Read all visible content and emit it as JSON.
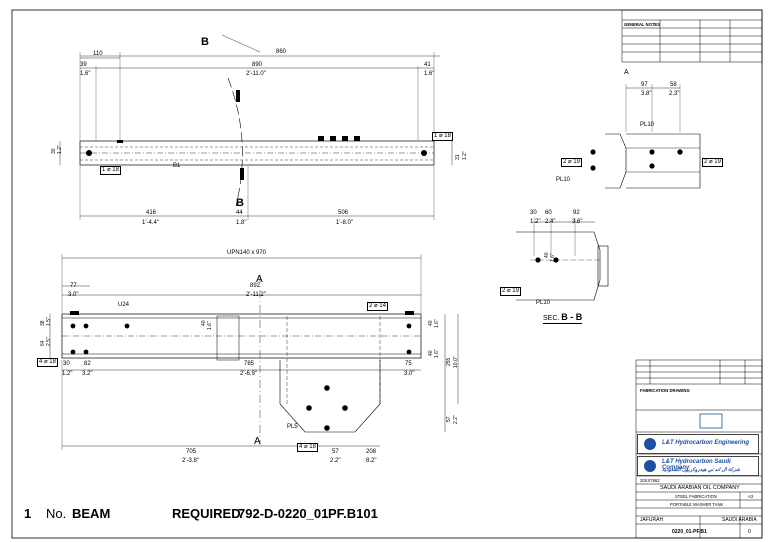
{
  "top_view": {
    "dims_top": [
      "110",
      "39",
      "1.6\"",
      "860",
      "890",
      "2'-11.0\"",
      "41",
      "1.6\""
    ],
    "dims_bottom": [
      "416",
      "1'-4.4\"",
      "44",
      "1.8\"",
      "506",
      "1'-8.0\""
    ],
    "left_dims": [
      "30",
      "1.2\""
    ],
    "right_dims": [
      "31",
      "1.2\""
    ],
    "hole_tags": [
      "1 ⌀ 18",
      "1 ⌀ 18"
    ],
    "section_mark": "B",
    "part_mark": "B1"
  },
  "front_view": {
    "profile": "UPN140 x 970",
    "section_mark": "A",
    "dims_top": [
      "77",
      "3.0\"",
      "892",
      "2'-11.2\""
    ],
    "member": "U24",
    "hole_tag_top": "2 ⌀ 14",
    "hole_tag_left": "4 ⌀ 18",
    "dims_left": [
      "38",
      "1.5\"",
      "64",
      "2.5\""
    ],
    "dims_right": [
      "40",
      "1.6\"",
      "40",
      "1.6\"",
      "255",
      "10.0\""
    ],
    "dims_row": [
      "30",
      "82",
      "785",
      "75",
      "1.2\"",
      "3.2\"",
      "2'-6.9\"",
      "3.0\""
    ],
    "gusset_dim": [
      "40",
      "1.6\""
    ],
    "plate": "PL5",
    "plate_holes": "4 ⌀ 18",
    "plate_dims": [
      "57",
      "2.2\"",
      "208",
      "8.2\""
    ],
    "plate_height": [
      "57",
      "2.2\""
    ],
    "dims_bottom": [
      "705",
      "2'-3.8\""
    ]
  },
  "section_a": {
    "mark": "A",
    "dims": [
      "97",
      "3.8\"",
      "58",
      "2.3\""
    ],
    "plates": [
      "PL10",
      "PL10"
    ],
    "hole_tags": [
      "2 ⌀ 19",
      "2 ⌀ 19"
    ]
  },
  "section_b": {
    "dims": [
      "30",
      "1.2\"",
      "60",
      "2.4\"",
      "92",
      "3.6\"",
      "40",
      "1.6\""
    ],
    "hole_tag": "2 ⌀ 19",
    "plate": "PL10",
    "title_prefix": "SEC.",
    "title_mark": "B - B"
  },
  "title_block": {
    "sheet_code": "20XX7662",
    "company": "SAUDI ARABIAN OIL COMPANY",
    "title1": "STEEL FABRICATION",
    "size": "A3",
    "title2": "PORTABLE WASHER TANK",
    "plant": "JAFURAH",
    "country": "SAUDI ARABIA",
    "drawing_no": "0220_01-PF.B1",
    "rev": "0",
    "logo1": "L&T Hydrocarbon Engineering",
    "logo2": "L&T Hydrocarbon Saudi Company",
    "logo2_arabic": "شركة ال اند تي هيدروكربون السعودية",
    "notes_header": "GENERAL NOTES",
    "fabrication_header": "FABRICATION DRAWING"
  },
  "footer": {
    "quantity": "1",
    "unit": "No.",
    "item": "BEAM",
    "required": "REQUIRED",
    "drawing_ref": "792-D-0220_01",
    "part_ref": "PF.B101"
  },
  "colors": {
    "line": "#000000",
    "hidden": "#444444",
    "logo_blue": "#1e4fa0",
    "paper": "#ffffff"
  }
}
